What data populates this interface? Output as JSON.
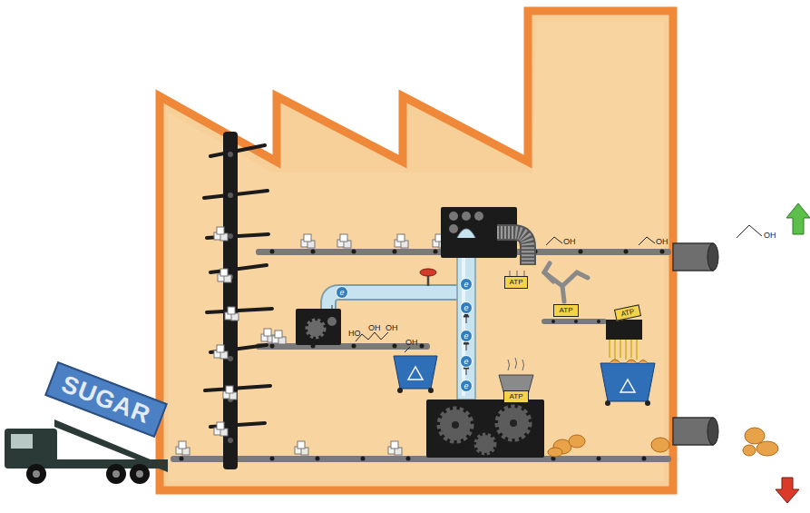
{
  "diagram": {
    "nodes": [
      {
        "text": [
          "e"
        ]
      },
      {
        "text": [
          "ATP"
        ]
      },
      {
        "text": [
          "e"
        ]
      },
      {
        "text": [
          "e"
        ]
      },
      {
        "text": [
          "ATP"
        ]
      },
      {
        "text": [
          "ATP"
        ]
      },
      {
        "text": [
          "e"
        ]
      },
      {
        "text": [
          "e"
        ]
      },
      {
        "text": [
          "e"
        ]
      },
      {
        "text": [
          "ATP"
        ]
      },
      {
        "text": [
          "SUGAR"
        ]
      }
    ],
    "labels": [
      "OH",
      "OH",
      "OH",
      "HO",
      "OH",
      "OH",
      "OH"
    ]
  }
}
